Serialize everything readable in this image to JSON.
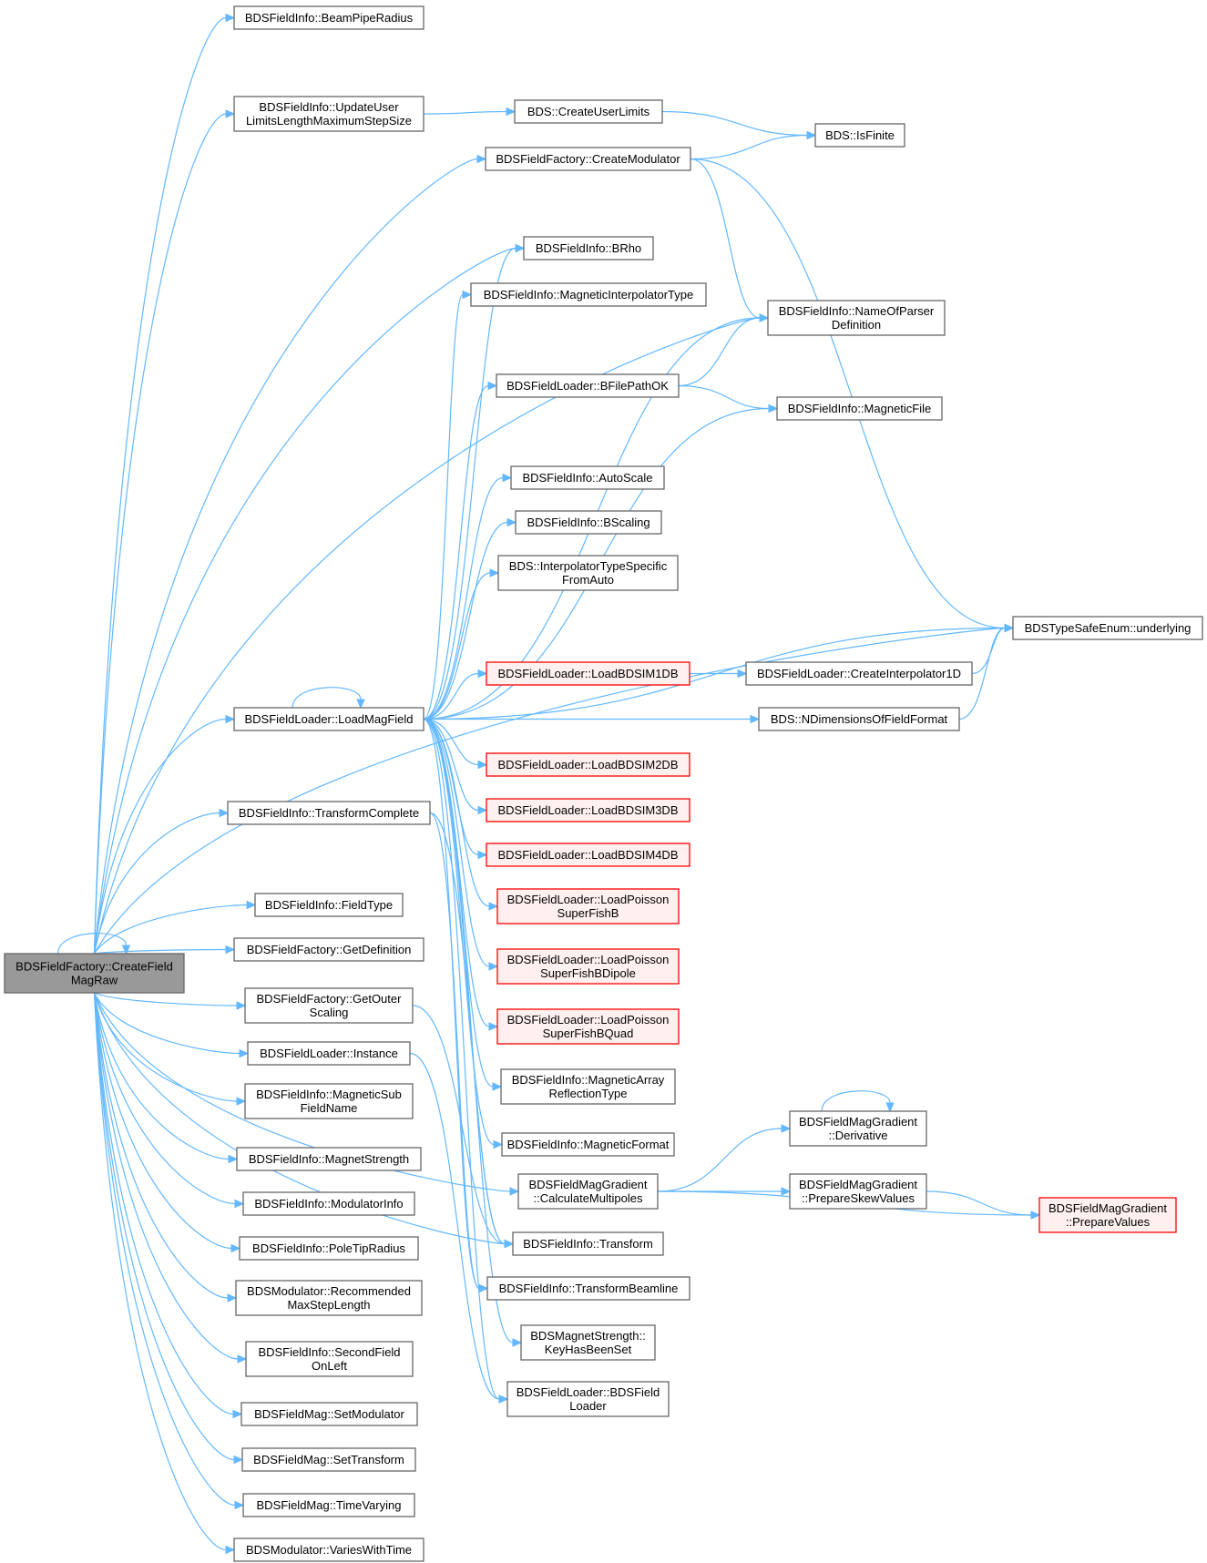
{
  "diagram": {
    "nodes": [
      {
        "id": "root",
        "lines": [
          "BDSFieldFactory::CreateField",
          "MagRaw"
        ],
        "style": "root"
      },
      {
        "id": "beampipe",
        "lines": [
          "BDSFieldInfo::BeamPipeRadius"
        ],
        "style": "normal"
      },
      {
        "id": "updateuser",
        "lines": [
          "BDSFieldInfo::UpdateUser",
          "LimitsLengthMaximumStepSize"
        ],
        "style": "normal"
      },
      {
        "id": "createuserlimits",
        "lines": [
          "BDS::CreateUserLimits"
        ],
        "style": "normal"
      },
      {
        "id": "isfinite",
        "lines": [
          "BDS::IsFinite"
        ],
        "style": "normal"
      },
      {
        "id": "createmod",
        "lines": [
          "BDSFieldFactory::CreateModulator"
        ],
        "style": "normal"
      },
      {
        "id": "brho",
        "lines": [
          "BDSFieldInfo::BRho"
        ],
        "style": "normal"
      },
      {
        "id": "maginterp",
        "lines": [
          "BDSFieldInfo::MagneticInterpolatorType"
        ],
        "style": "normal"
      },
      {
        "id": "nameofparser",
        "lines": [
          "BDSFieldInfo::NameOfParser",
          "Definition"
        ],
        "style": "normal"
      },
      {
        "id": "bfilepath",
        "lines": [
          "BDSFieldLoader::BFilePathOK"
        ],
        "style": "normal"
      },
      {
        "id": "magfile",
        "lines": [
          "BDSFieldInfo::MagneticFile"
        ],
        "style": "normal"
      },
      {
        "id": "autoscale",
        "lines": [
          "BDSFieldInfo::AutoScale"
        ],
        "style": "normal"
      },
      {
        "id": "bscaling",
        "lines": [
          "BDSFieldInfo::BScaling"
        ],
        "style": "normal"
      },
      {
        "id": "interpauto",
        "lines": [
          "BDS::InterpolatorTypeSpecific",
          "FromAuto"
        ],
        "style": "normal"
      },
      {
        "id": "underlying",
        "lines": [
          "BDSTypeSafeEnum::underlying"
        ],
        "style": "normal"
      },
      {
        "id": "load1d",
        "lines": [
          "BDSFieldLoader::LoadBDSIM1DB"
        ],
        "style": "red"
      },
      {
        "id": "createinterp1d",
        "lines": [
          "BDSFieldLoader::CreateInterpolator1D"
        ],
        "style": "normal"
      },
      {
        "id": "loadmag",
        "lines": [
          "BDSFieldLoader::LoadMagField"
        ],
        "style": "normal"
      },
      {
        "id": "ndims",
        "lines": [
          "BDS::NDimensionsOfFieldFormat"
        ],
        "style": "normal"
      },
      {
        "id": "load2d",
        "lines": [
          "BDSFieldLoader::LoadBDSIM2DB"
        ],
        "style": "red"
      },
      {
        "id": "transcomplete",
        "lines": [
          "BDSFieldInfo::TransformComplete"
        ],
        "style": "normal"
      },
      {
        "id": "load3d",
        "lines": [
          "BDSFieldLoader::LoadBDSIM3DB"
        ],
        "style": "red"
      },
      {
        "id": "load4d",
        "lines": [
          "BDSFieldLoader::LoadBDSIM4DB"
        ],
        "style": "red"
      },
      {
        "id": "fieldtype",
        "lines": [
          "BDSFieldInfo::FieldType"
        ],
        "style": "normal"
      },
      {
        "id": "poissonb",
        "lines": [
          "BDSFieldLoader::LoadPoisson",
          "SuperFishB"
        ],
        "style": "red"
      },
      {
        "id": "getdef",
        "lines": [
          "BDSFieldFactory::GetDefinition"
        ],
        "style": "normal"
      },
      {
        "id": "poissondipole",
        "lines": [
          "BDSFieldLoader::LoadPoisson",
          "SuperFishBDipole"
        ],
        "style": "red"
      },
      {
        "id": "getouter",
        "lines": [
          "BDSFieldFactory::GetOuter",
          "Scaling"
        ],
        "style": "normal"
      },
      {
        "id": "poissonquad",
        "lines": [
          "BDSFieldLoader::LoadPoisson",
          "SuperFishBQuad"
        ],
        "style": "red"
      },
      {
        "id": "instance",
        "lines": [
          "BDSFieldLoader::Instance"
        ],
        "style": "normal"
      },
      {
        "id": "magarray",
        "lines": [
          "BDSFieldInfo::MagneticArray",
          "ReflectionType"
        ],
        "style": "normal"
      },
      {
        "id": "magsub",
        "lines": [
          "BDSFieldInfo::MagneticSub",
          "FieldName"
        ],
        "style": "normal"
      },
      {
        "id": "derivative",
        "lines": [
          "BDSFieldMagGradient",
          "::Derivative"
        ],
        "style": "normal"
      },
      {
        "id": "magformat",
        "lines": [
          "BDSFieldInfo::MagneticFormat"
        ],
        "style": "normal"
      },
      {
        "id": "magstrength",
        "lines": [
          "BDSFieldInfo::MagnetStrength"
        ],
        "style": "normal"
      },
      {
        "id": "calcmulti",
        "lines": [
          "BDSFieldMagGradient",
          "::CalculateMultipoles"
        ],
        "style": "normal"
      },
      {
        "id": "prepskew",
        "lines": [
          "BDSFieldMagGradient",
          "::PrepareSkewValues"
        ],
        "style": "normal"
      },
      {
        "id": "modinfo",
        "lines": [
          "BDSFieldInfo::ModulatorInfo"
        ],
        "style": "normal"
      },
      {
        "id": "prepvalues",
        "lines": [
          "BDSFieldMagGradient",
          "::PrepareValues"
        ],
        "style": "red"
      },
      {
        "id": "transform",
        "lines": [
          "BDSFieldInfo::Transform"
        ],
        "style": "normal"
      },
      {
        "id": "poletip",
        "lines": [
          "BDSFieldInfo::PoleTipRadius"
        ],
        "style": "normal"
      },
      {
        "id": "transbeamline",
        "lines": [
          "BDSFieldInfo::TransformBeamline"
        ],
        "style": "normal"
      },
      {
        "id": "recmax",
        "lines": [
          "BDSModulator::Recommended",
          "MaxStepLength"
        ],
        "style": "normal"
      },
      {
        "id": "keyhasbeen",
        "lines": [
          "BDSMagnetStrength::",
          "KeyHasBeenSet"
        ],
        "style": "normal"
      },
      {
        "id": "secondfield",
        "lines": [
          "BDSFieldInfo::SecondField",
          "OnLeft"
        ],
        "style": "normal"
      },
      {
        "id": "bdsfieldloader",
        "lines": [
          "BDSFieldLoader::BDSField",
          "Loader"
        ],
        "style": "normal"
      },
      {
        "id": "setmodulator",
        "lines": [
          "BDSFieldMag::SetModulator"
        ],
        "style": "normal"
      },
      {
        "id": "settransform",
        "lines": [
          "BDSFieldMag::SetTransform"
        ],
        "style": "normal"
      },
      {
        "id": "timevarying",
        "lines": [
          "BDSFieldMag::TimeVarying"
        ],
        "style": "normal"
      },
      {
        "id": "varieswithtime",
        "lines": [
          "BDSModulator::VariesWithTime"
        ],
        "style": "normal"
      }
    ],
    "edges": [
      [
        "root",
        "beampipe"
      ],
      [
        "root",
        "updateuser"
      ],
      [
        "root",
        "createmod"
      ],
      [
        "root",
        "nameofparser"
      ],
      [
        "root",
        "underlying"
      ],
      [
        "root",
        "loadmag"
      ],
      [
        "root",
        "transcomplete"
      ],
      [
        "root",
        "fieldtype"
      ],
      [
        "root",
        "getdef"
      ],
      [
        "root",
        "getouter"
      ],
      [
        "root",
        "instance"
      ],
      [
        "root",
        "magsub"
      ],
      [
        "root",
        "magstrength"
      ],
      [
        "root",
        "modinfo"
      ],
      [
        "root",
        "poletip"
      ],
      [
        "root",
        "recmax"
      ],
      [
        "root",
        "secondfield"
      ],
      [
        "root",
        "setmodulator"
      ],
      [
        "root",
        "settransform"
      ],
      [
        "root",
        "timevarying"
      ],
      [
        "root",
        "varieswithtime"
      ],
      [
        "root",
        "root"
      ],
      [
        "root",
        "calcmulti"
      ],
      [
        "root",
        "brho"
      ],
      [
        "root",
        "transform"
      ],
      [
        "updateuser",
        "createuserlimits"
      ],
      [
        "createuserlimits",
        "isfinite"
      ],
      [
        "createmod",
        "isfinite"
      ],
      [
        "createmod",
        "nameofparser"
      ],
      [
        "createmod",
        "underlying"
      ],
      [
        "loadmag",
        "brho"
      ],
      [
        "loadmag",
        "maginterp"
      ],
      [
        "loadmag",
        "nameofparser"
      ],
      [
        "loadmag",
        "bfilepath"
      ],
      [
        "loadmag",
        "magfile"
      ],
      [
        "loadmag",
        "autoscale"
      ],
      [
        "loadmag",
        "bscaling"
      ],
      [
        "loadmag",
        "interpauto"
      ],
      [
        "loadmag",
        "underlying"
      ],
      [
        "loadmag",
        "load1d"
      ],
      [
        "loadmag",
        "ndims"
      ],
      [
        "loadmag",
        "load2d"
      ],
      [
        "loadmag",
        "load3d"
      ],
      [
        "loadmag",
        "load4d"
      ],
      [
        "loadmag",
        "poissonb"
      ],
      [
        "loadmag",
        "poissondipole"
      ],
      [
        "loadmag",
        "poissonquad"
      ],
      [
        "loadmag",
        "magarray"
      ],
      [
        "loadmag",
        "magformat"
      ],
      [
        "loadmag",
        "transform"
      ],
      [
        "loadmag",
        "transbeamline"
      ],
      [
        "loadmag",
        "keyhasbeen"
      ],
      [
        "loadmag",
        "bdsfieldloader"
      ],
      [
        "loadmag",
        "loadmag"
      ],
      [
        "bfilepath",
        "nameofparser"
      ],
      [
        "bfilepath",
        "magfile"
      ],
      [
        "load1d",
        "createinterp1d"
      ],
      [
        "createinterp1d",
        "underlying"
      ],
      [
        "ndims",
        "underlying"
      ],
      [
        "transcomplete",
        "transform"
      ],
      [
        "transcomplete",
        "transbeamline"
      ],
      [
        "getouter",
        "transform"
      ],
      [
        "instance",
        "bdsfieldloader"
      ],
      [
        "calcmulti",
        "derivative"
      ],
      [
        "calcmulti",
        "prepskew"
      ],
      [
        "calcmulti",
        "prepvalues"
      ],
      [
        "prepskew",
        "prepvalues"
      ],
      [
        "derivative",
        "derivative"
      ]
    ]
  }
}
